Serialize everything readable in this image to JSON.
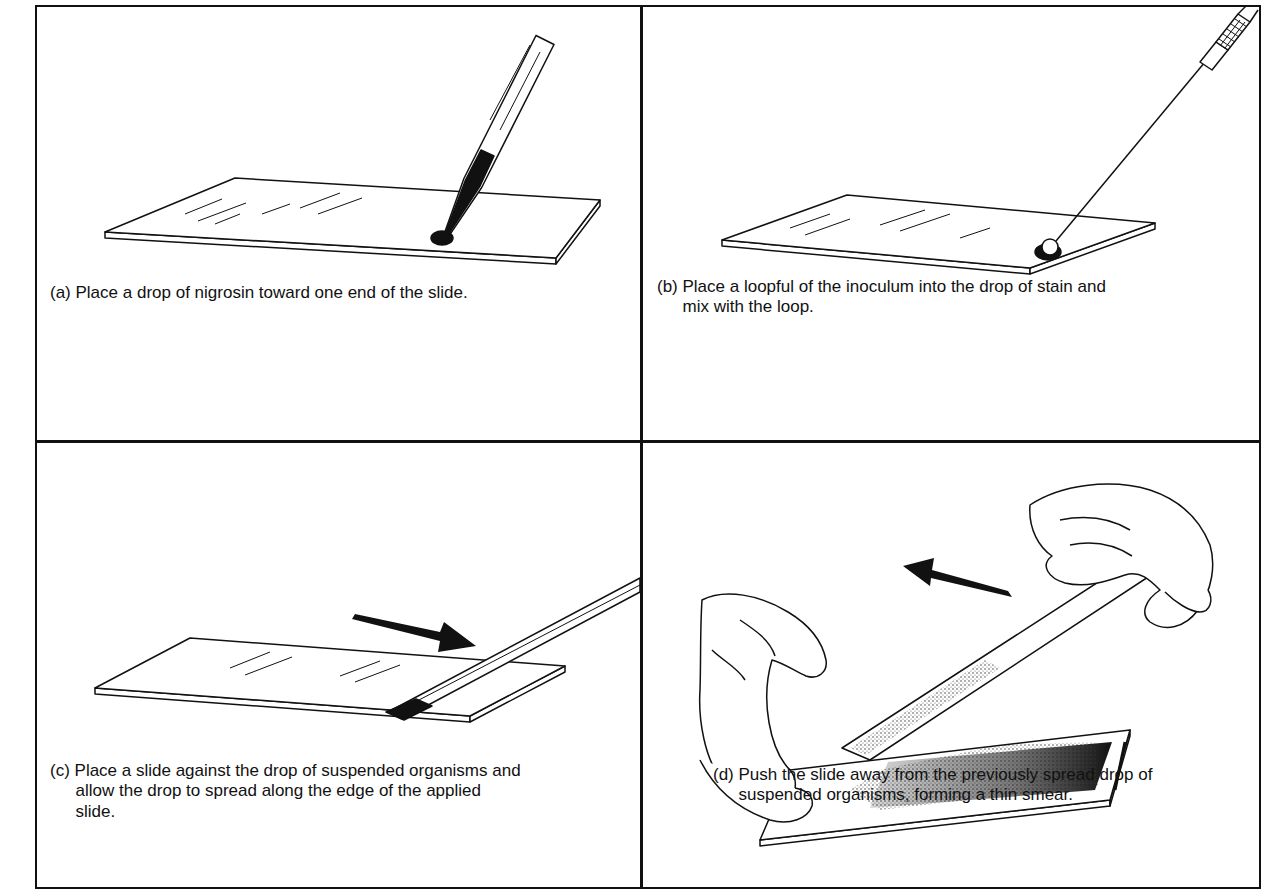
{
  "diagram": {
    "nodes": [
      {
        "text": [
          "(a) Place a drop of nigrosin toward one end of the slide."
        ]
      },
      {
        "text": [
          "(b) Place a loopful of the inoculum into the drop of stain and mix with the loop."
        ]
      },
      {
        "text": [
          "(c) Place a slide against the drop of suspended organisms and allow the drop to spread along the edge of the applied slide."
        ]
      },
      {
        "text": [
          "(d) Push the slide away from the previously spread drop of suspended organisms, forming a thin smear."
        ]
      }
    ]
  }
}
